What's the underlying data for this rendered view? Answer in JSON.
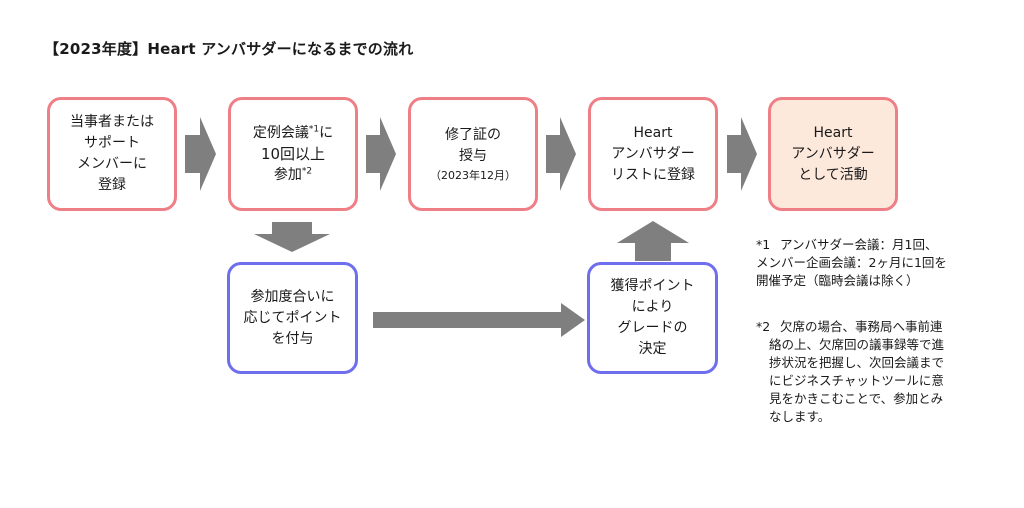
{
  "title": "【2023年度】Heart アンバサダーになるまでの流れ",
  "steps": {
    "s1": [
      "当事者または",
      "サポート",
      "メンバーに",
      "登録"
    ],
    "s2": {
      "l1a": "定例会議",
      "l1sup": "*1",
      "l1b": "に",
      "l2": "10回以上",
      "l3a": "参加",
      "l3sup": "*2"
    },
    "s3": {
      "l1": "修了証の",
      "l2": "授与",
      "l3": "（2023年12月）"
    },
    "s4": [
      "Heart",
      "アンバサダー",
      "リストに登録"
    ],
    "s5": [
      "Heart",
      "アンバサダー",
      "として活動"
    ],
    "b1": [
      "参加度合いに",
      "応じてポイント",
      "を付与"
    ],
    "b2": [
      "獲得ポイント",
      "により",
      "グレードの",
      "決定"
    ]
  },
  "notes": {
    "n1": {
      "mark": "*1",
      "lines": [
        "アンバサダー会議：月1回、",
        "メンバー企画会議：2ヶ月に1回を",
        "開催予定（臨時会議は除く）"
      ]
    },
    "n2": {
      "mark": "*2",
      "lines": [
        "欠席の場合、事務局へ事前連",
        "絡の上、欠席回の議事録等で進",
        "捗状況を把握し、次回会議まで",
        "にビジネスチャットツールに意",
        "見をかきこむことで、参加とみ",
        "なします。"
      ]
    }
  },
  "colors": {
    "pink_border": "#ef7f86",
    "blue_border": "#6e6eee",
    "final_fill": "#fde8dc",
    "arrow": "#7f7f7f"
  }
}
